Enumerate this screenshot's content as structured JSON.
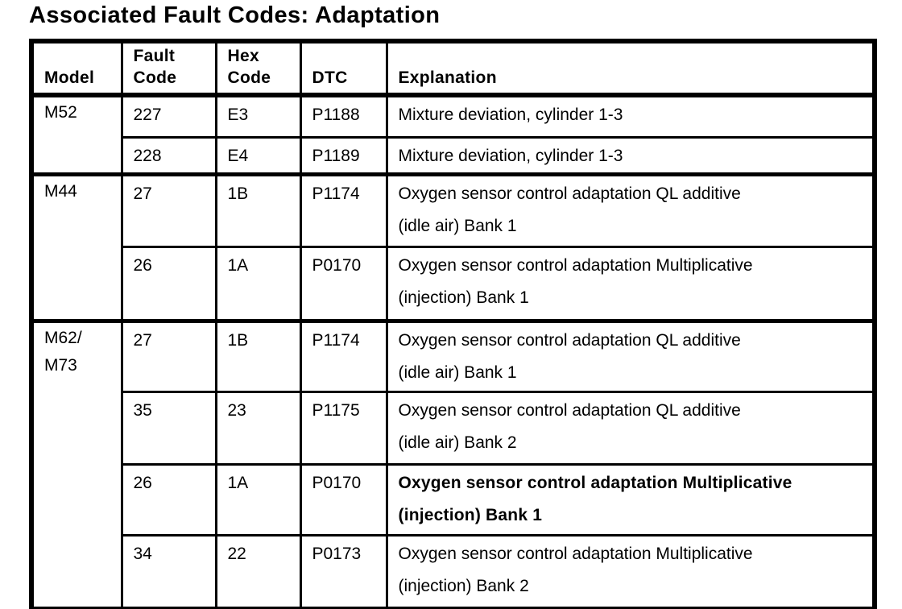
{
  "page": {
    "title": "Associated Fault Codes: Adaptation"
  },
  "table": {
    "header": {
      "model": "Model",
      "fault_code_line1": "Fault",
      "fault_code_line2": "Code",
      "hex_code_line1": "Hex",
      "hex_code_line2": "Code",
      "dtc": "DTC",
      "explanation": "Explanation"
    },
    "groups": [
      {
        "model_lines": [
          "M52"
        ],
        "rows": [
          {
            "fault_code": "227",
            "hex_code": "E3",
            "dtc": "P1188",
            "explanation_lines": [
              "Mixture deviation, cylinder 1-3"
            ]
          },
          {
            "fault_code": "228",
            "hex_code": "E4",
            "dtc": "P1189",
            "explanation_lines": [
              "Mixture deviation, cylinder 1-3"
            ]
          }
        ]
      },
      {
        "model_lines": [
          "M44"
        ],
        "rows": [
          {
            "fault_code": "27",
            "hex_code": "1B",
            "dtc": "P1174",
            "explanation_lines": [
              "Oxygen sensor control adaptation QL additive",
              "(idle air) Bank 1"
            ]
          },
          {
            "fault_code": "26",
            "hex_code": "1A",
            "dtc": "P0170",
            "explanation_lines": [
              "Oxygen sensor control adaptation Multiplicative",
              "(injection) Bank 1"
            ]
          }
        ]
      },
      {
        "model_lines": [
          "M62/",
          "M73"
        ],
        "rows": [
          {
            "fault_code": "27",
            "hex_code": "1B",
            "dtc": "P1174",
            "explanation_lines": [
              "Oxygen sensor control adaptation QL additive",
              "(idle air) Bank 1"
            ]
          },
          {
            "fault_code": "35",
            "hex_code": "23",
            "dtc": "P1175",
            "explanation_lines": [
              "Oxygen sensor control adaptation QL additive",
              "(idle air) Bank 2"
            ]
          },
          {
            "fault_code": "26",
            "hex_code": "1A",
            "dtc": "P0170",
            "explanation_lines": [
              "Oxygen sensor control adaptation Multiplicative",
              "(injection) Bank 1"
            ]
          },
          {
            "fault_code": "34",
            "hex_code": "22",
            "dtc": "P0173",
            "explanation_lines": [
              "Oxygen sensor control adaptation Multiplicative",
              "(injection) Bank 2"
            ]
          }
        ]
      }
    ]
  }
}
